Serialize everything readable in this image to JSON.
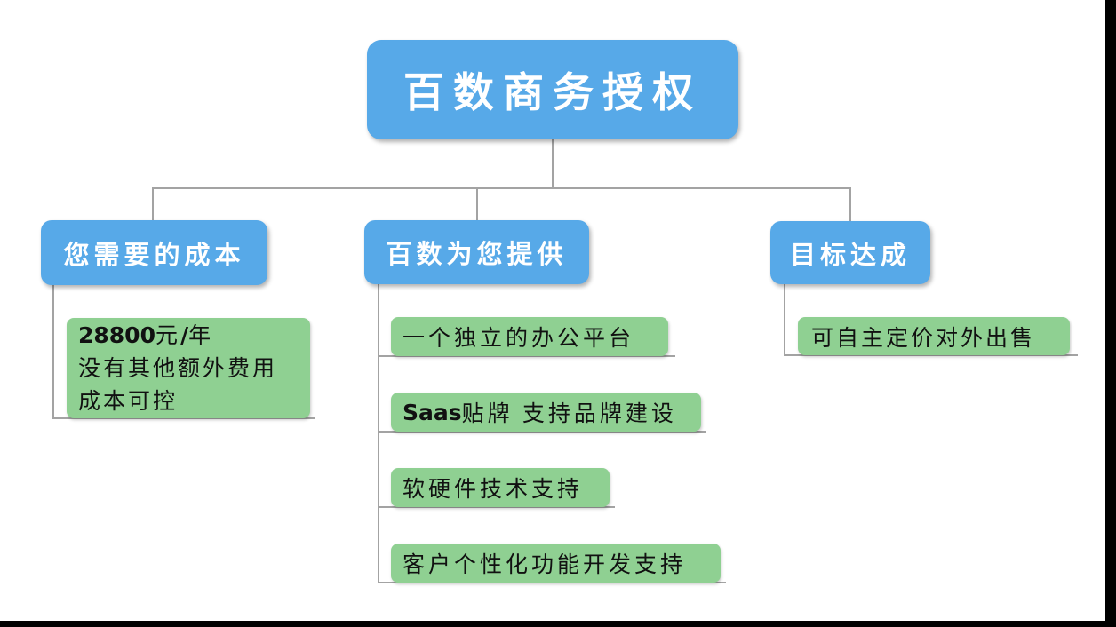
{
  "colors": {
    "node_blue": "#57a9e8",
    "node_green": "#8fd092",
    "connector_gray": "#a3a3a3",
    "blue_text": "#ffffff",
    "green_text": "#111111",
    "frame_black": "#000000",
    "background": "#ffffff"
  },
  "root_label": "百数商务授权",
  "branch_cost": {
    "title": "您需要的成本",
    "price_bold": "28800",
    "price_yuan": "元",
    "price_slash": "/",
    "price_year": "年",
    "line2": "没有其他额外费用",
    "line3": "成本可控"
  },
  "branch_provide": {
    "title": "百数为您提供",
    "items": [
      {
        "bold": "",
        "text": "一个独立的办公平台"
      },
      {
        "bold": "Saas",
        "text": "贴牌 支持品牌建设"
      },
      {
        "bold": "",
        "text": "软硬件技术支持"
      },
      {
        "bold": "",
        "text": "客户个性化功能开发支持"
      }
    ]
  },
  "branch_goal": {
    "title": "目标达成",
    "item": "可自主定价对外出售"
  }
}
